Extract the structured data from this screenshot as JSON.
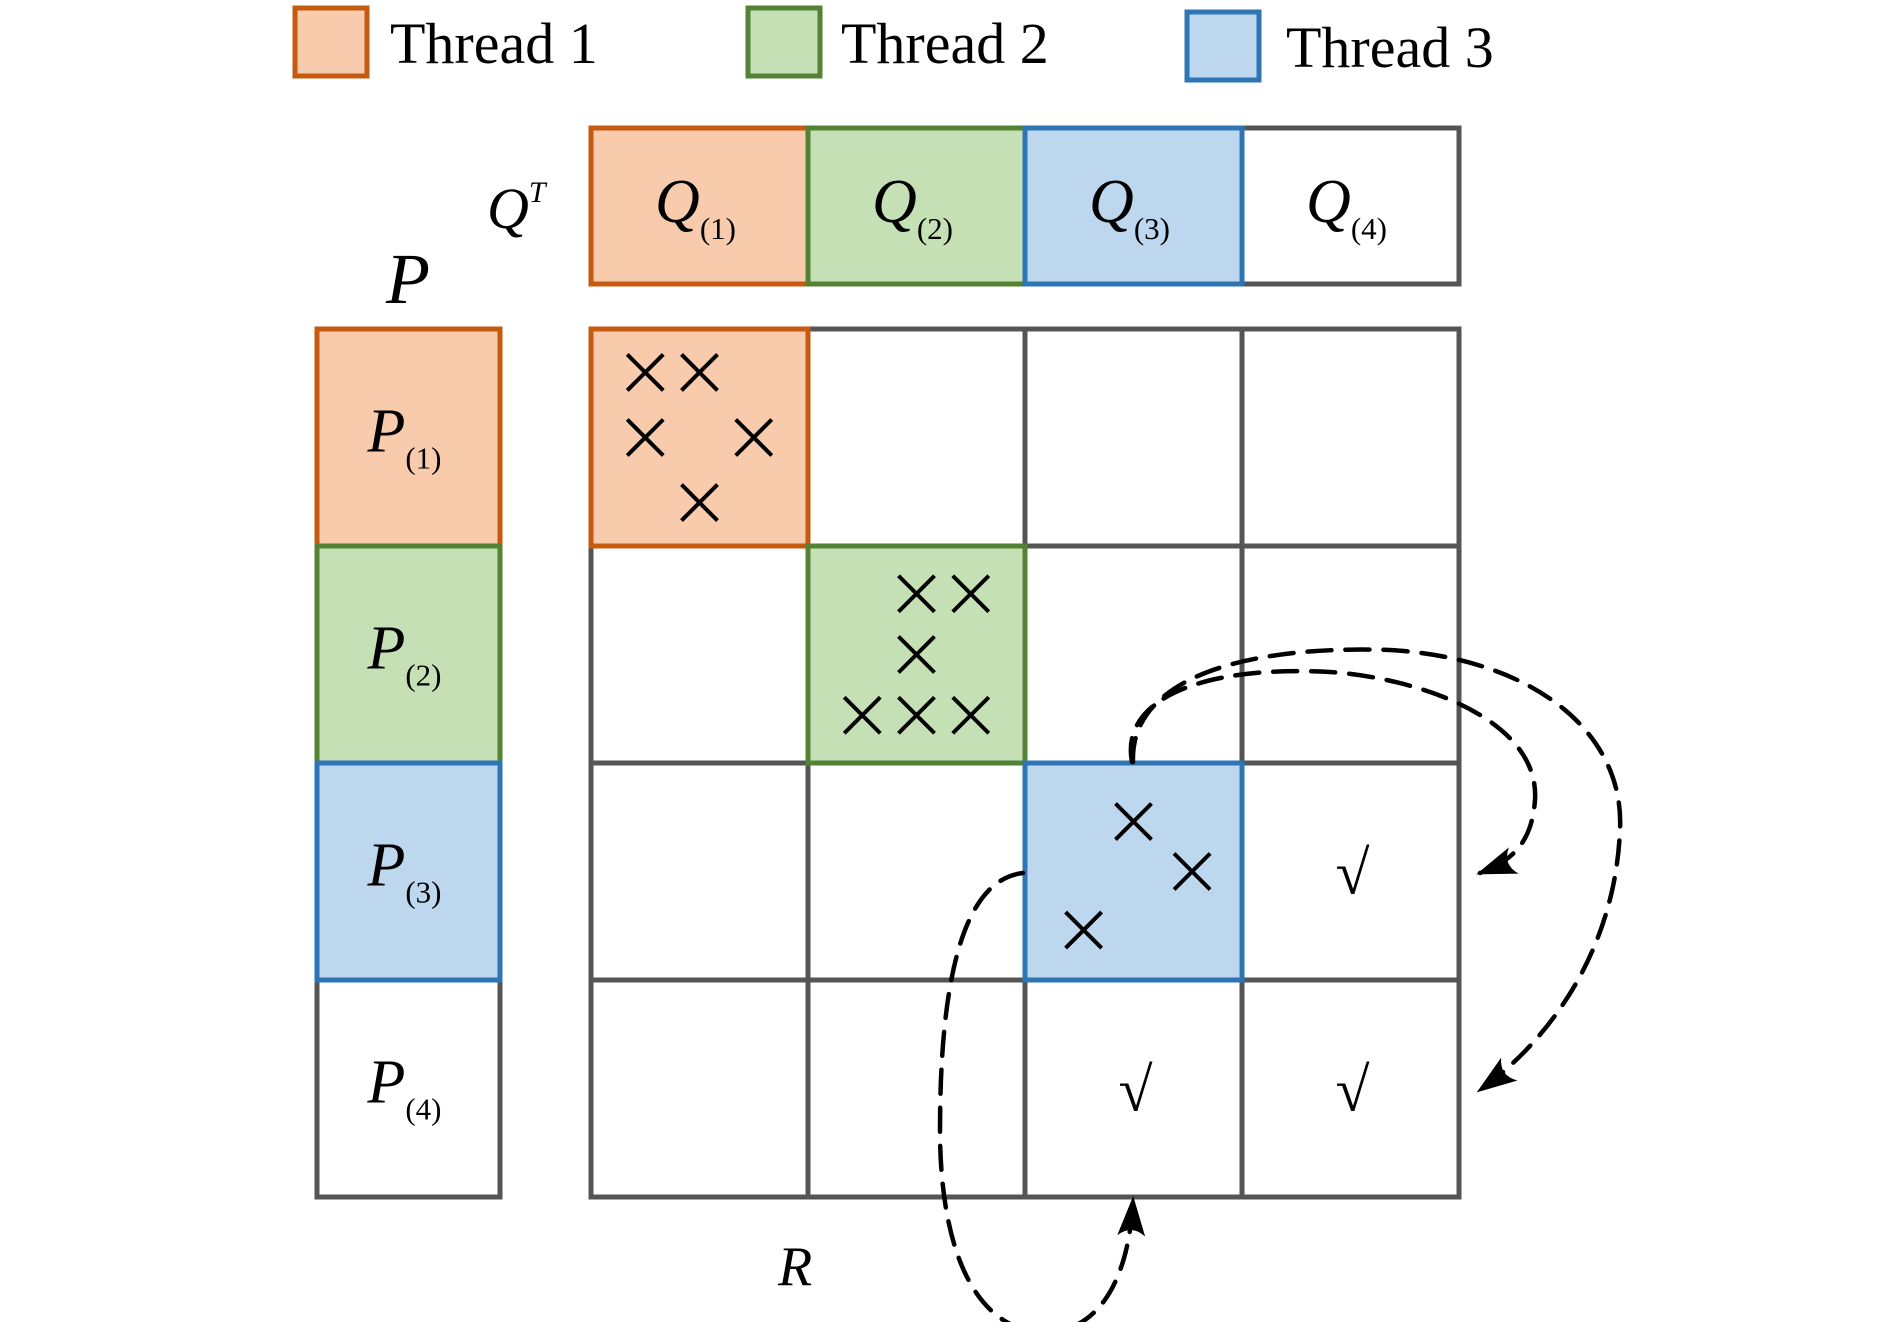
{
  "legend": [
    {
      "label": "Thread 1",
      "fill": "#f8cbad",
      "stroke": "#c55a11"
    },
    {
      "label": "Thread 2",
      "fill": "#c5e0b4",
      "stroke": "#548235"
    },
    {
      "label": "Thread 3",
      "fill": "#bdd7ee",
      "stroke": "#2e75b6"
    }
  ],
  "neutral": {
    "fill": "#ffffff",
    "stroke": "#555555"
  },
  "q_label": {
    "base": "Q",
    "sup": "T"
  },
  "p_label": "P",
  "r_label": "R",
  "q_blocks": [
    {
      "base": "Q",
      "sub": "(1)",
      "thread": 0
    },
    {
      "base": "Q",
      "sub": "(2)",
      "thread": 1
    },
    {
      "base": "Q",
      "sub": "(3)",
      "thread": 2
    },
    {
      "base": "Q",
      "sub": "(4)",
      "thread": null
    }
  ],
  "p_blocks": [
    {
      "base": "P",
      "sub": "(1)",
      "thread": 0
    },
    {
      "base": "P",
      "sub": "(2)",
      "thread": 1
    },
    {
      "base": "P",
      "sub": "(3)",
      "thread": 2
    },
    {
      "base": "P",
      "sub": "(4)",
      "thread": null
    }
  ],
  "matrix": {
    "size": 4,
    "diagonal_threads": [
      0,
      1,
      2,
      null
    ],
    "cross_symbol": "×",
    "check_symbol": "√",
    "crosses": [
      {
        "row": 0,
        "col": 0,
        "points": [
          [
            0.25,
            0.2
          ],
          [
            0.5,
            0.2
          ],
          [
            0.25,
            0.5
          ],
          [
            0.75,
            0.5
          ],
          [
            0.5,
            0.8
          ]
        ]
      },
      {
        "row": 1,
        "col": 1,
        "points": [
          [
            0.5,
            0.22
          ],
          [
            0.75,
            0.22
          ],
          [
            0.5,
            0.5
          ],
          [
            0.25,
            0.78
          ],
          [
            0.5,
            0.78
          ],
          [
            0.75,
            0.78
          ]
        ]
      },
      {
        "row": 2,
        "col": 2,
        "points": [
          [
            0.5,
            0.27
          ],
          [
            0.77,
            0.5
          ],
          [
            0.27,
            0.77
          ]
        ]
      }
    ],
    "checks": [
      {
        "row": 2,
        "col": 3
      },
      {
        "row": 3,
        "col": 2
      },
      {
        "row": 3,
        "col": 3
      }
    ]
  },
  "arrows": [
    {
      "from": "block (3,3) top",
      "to": "block (3,4) right edge",
      "style": "dashed"
    },
    {
      "from": "block (3,3) top",
      "to": "block (4,4) right edge",
      "style": "dashed"
    },
    {
      "from": "block (3,3) left",
      "to": "block (4,3) bottom edge",
      "style": "dashed"
    }
  ]
}
